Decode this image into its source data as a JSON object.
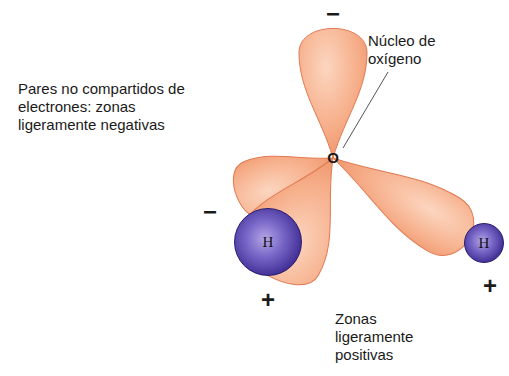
{
  "diagram": {
    "nodes": [
      {
        "text": [
          "H"
        ]
      },
      {
        "text": [
          "H"
        ]
      }
    ],
    "labels": [
      "Pares no compartidos de electrones: zonas ligeramente negativas",
      "Núcleo de oxígeno",
      "O",
      "−",
      "−",
      "+",
      "+",
      "Zonas ligeramente positivas"
    ]
  }
}
